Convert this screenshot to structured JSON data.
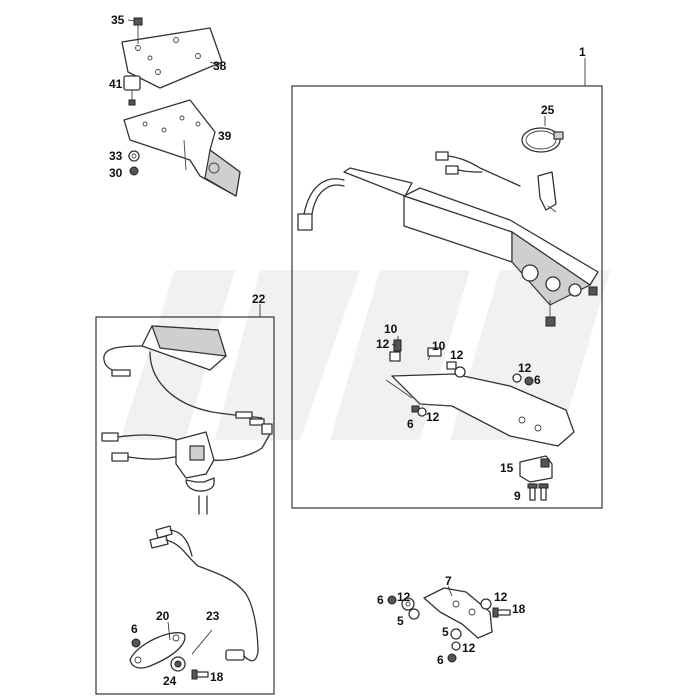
{
  "callouts": {
    "c1": "1",
    "c5a": "5",
    "c5b": "5",
    "c6a": "6",
    "c6b": "6",
    "c6c": "6",
    "c6d": "6",
    "c6e": "6",
    "c7": "7",
    "c9": "9",
    "c10a": "10",
    "c10b": "10",
    "c12a": "12",
    "c12b": "12",
    "c12c": "12",
    "c12d": "12",
    "c12e": "12",
    "c12f": "12",
    "c12g": "12",
    "c15": "15",
    "c18a": "18",
    "c18b": "18",
    "c20": "20",
    "c22": "22",
    "c23": "23",
    "c24": "24",
    "c25": "25",
    "c30": "30",
    "c33": "33",
    "c35": "35",
    "c38": "38",
    "c39": "39",
    "c41": "41"
  },
  "colors": {
    "line": "#333333",
    "watermark": "#f1f1f1",
    "shade": "#cfcfcf"
  }
}
